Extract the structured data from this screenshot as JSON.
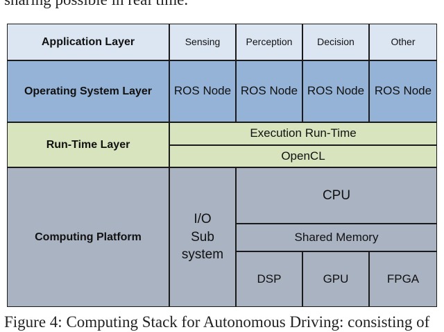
{
  "top_text": "sharing possible in real time.",
  "caption": "Figure 4: Computing Stack for Autonomous Driving: consisting of",
  "layers": {
    "application": "Application Layer",
    "operating_system": "Operating System Layer",
    "run_time": "Run-Time Layer",
    "computing_platform": "Computing Platform"
  },
  "application_modules": [
    "Sensing",
    "Perception",
    "Decision",
    "Other"
  ],
  "os_nodes": [
    "ROS Node",
    "ROS Node",
    "ROS Node",
    "ROS Node"
  ],
  "run_time_rows": [
    "Execution Run-Time",
    "OpenCL"
  ],
  "platform": {
    "io_subsystem": "I/O\nSub\nsystem",
    "cpu": "CPU",
    "shared_memory": "Shared Memory",
    "accelerators": [
      "DSP",
      "GPU",
      "FPGA"
    ]
  },
  "colors": {
    "application": "#dce6f2",
    "operating_system": "#95b3d7",
    "run_time": "#d7e4bd",
    "computing_platform": "#aab3c2"
  }
}
